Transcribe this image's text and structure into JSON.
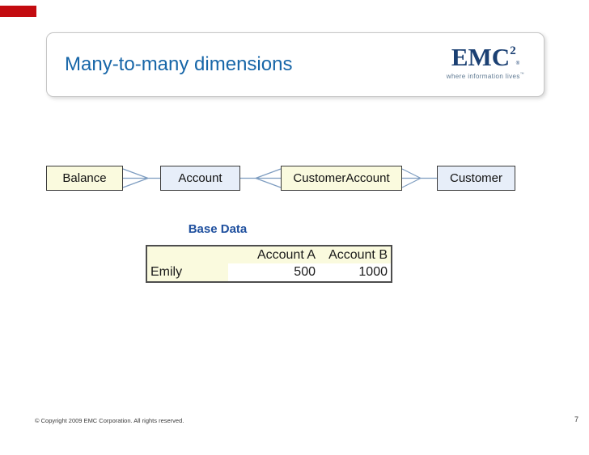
{
  "slide": {
    "title": "Many-to-many dimensions",
    "footer_copyright": "© Copyright 2009 EMC Corporation. All rights reserved.",
    "page_number": "7"
  },
  "logo": {
    "brand": "EMC",
    "exponent": "2",
    "registered_mark": "®",
    "tagline": "where information lives",
    "trademark_mark": "™"
  },
  "diagram": {
    "entities": [
      {
        "label": "Balance",
        "style": "cream"
      },
      {
        "label": "Account",
        "style": "blue"
      },
      {
        "label": "CustomerAccount",
        "style": "cream"
      },
      {
        "label": "Customer",
        "style": "blue"
      }
    ],
    "relationships": [
      {
        "from": "Balance",
        "to": "Account",
        "many_side": "Balance"
      },
      {
        "from": "Account",
        "to": "CustomerAccount",
        "many_side": "CustomerAccount"
      },
      {
        "from": "CustomerAccount",
        "to": "Customer",
        "many_side": "CustomerAccount"
      }
    ]
  },
  "base_data": {
    "label": "Base Data",
    "table": {
      "columns": [
        "",
        "Account A",
        "Account B"
      ],
      "rows": [
        [
          "Emily",
          "500",
          "1000"
        ]
      ]
    }
  },
  "colors": {
    "accent_red": "#c30b10",
    "title_blue": "#1766a8",
    "emc_blue": "#1b4073",
    "base_data_blue": "#1e4f9e",
    "entity_cream": "#fafade",
    "entity_blue": "#e7eef9",
    "connector_blue": "#7d9cc0"
  }
}
